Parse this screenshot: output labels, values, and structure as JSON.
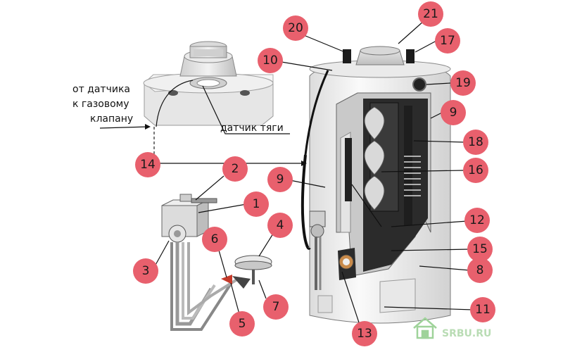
{
  "annotations": {
    "sensor_line1": "от датчика",
    "sensor_line2": "к газовому",
    "sensor_line3": "клапану",
    "draft_sensor": "датчик тяги"
  },
  "callouts": [
    "1",
    "2",
    "3",
    "4",
    "5",
    "6",
    "7",
    "8",
    "9",
    "9",
    "10",
    "11",
    "12",
    "13",
    "14",
    "15",
    "16",
    "17",
    "18",
    "19",
    "20",
    "21"
  ],
  "watermark": "SRBU.RU",
  "colors": {
    "badge": "#e8606d",
    "tank_body": "#f4f4f4",
    "dark_interior": "#2b2b2b",
    "watermark": "#b9dcb4"
  },
  "icons": [
    "house-logo-icon"
  ]
}
